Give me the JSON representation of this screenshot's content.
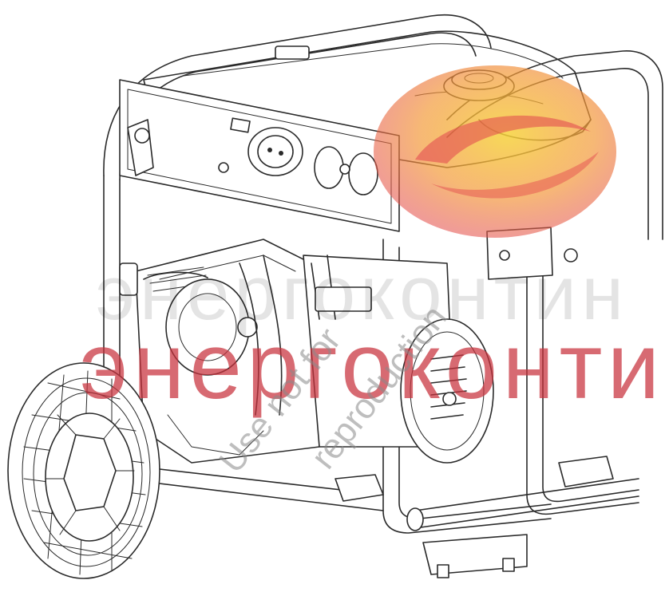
{
  "watermark": {
    "brand_text": "энергоконти",
    "ghost_text": "энергоконтин",
    "diagonal_line_1": "Use not for",
    "diagonal_line_2": "reproduction",
    "brand_color": "#c8323c",
    "ghost_color": "#000000",
    "diagonal_color": "#8a8a8a"
  },
  "logo": {
    "name": "energokonti-swoosh-logo",
    "colors": [
      "#f6d23a",
      "#f39a3a",
      "#e2444e"
    ]
  },
  "illustration": {
    "subject": "portable-generator",
    "line_color": "#2a2a2a"
  }
}
